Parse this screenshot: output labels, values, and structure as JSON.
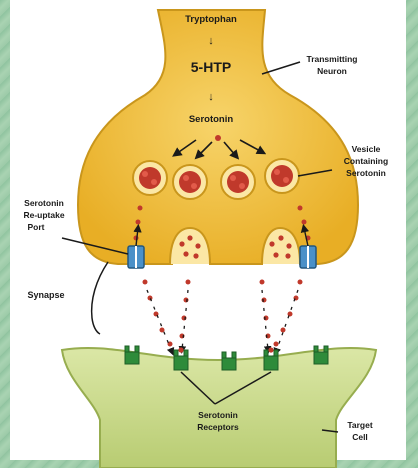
{
  "labels": {
    "tryptophan": "Tryptophan",
    "htp": "5-HTP",
    "serotonin": "Serotonin",
    "transmitting_1": "Transmitting",
    "transmitting_2": "Neuron",
    "vesicle_1": "Vesicle",
    "vesicle_2": "Containing",
    "vesicle_3": "Serotonin",
    "reuptake_1": "Serotonin",
    "reuptake_2": "Re-uptake",
    "reuptake_3": "Port",
    "synapse": "Synapse",
    "receptors_1": "Serotonin",
    "receptors_2": "Receptors",
    "target_1": "Target",
    "target_2": "Cell",
    "arrow_down_1": "↓",
    "arrow_down_2": "↓"
  },
  "colors": {
    "neuron_fill": "#f2c13b",
    "neuron_stroke": "#c9961c",
    "vesicle_fill": "#f7dc8a",
    "serotonin_dot": "#c0392b",
    "target_fill": "#c9d98a",
    "target_stroke": "#97ad4f",
    "receptor": "#2e8b3a",
    "port": "#4a90c8",
    "line": "#1a1a1a"
  }
}
